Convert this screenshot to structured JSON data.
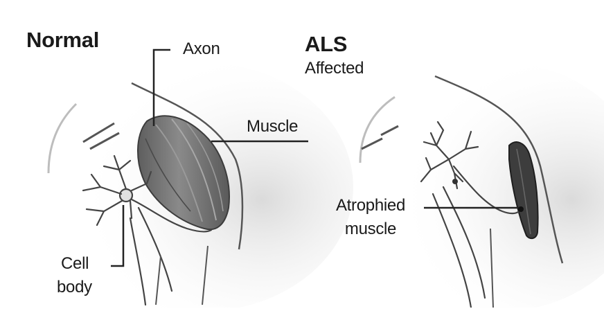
{
  "normal": {
    "heading": "Normal",
    "axon_label": "Axon",
    "muscle_label": "Muscle",
    "cell_body_label_line1": "Cell",
    "cell_body_label_line2": "body"
  },
  "als": {
    "heading": "ALS",
    "subheading": "Affected",
    "atrophied_label_line1": "Atrophied",
    "atrophied_label_line2": "muscle"
  },
  "colors": {
    "ink": "#1a1a1a",
    "outline": "#555555",
    "muscle_normal": "#6f6f6f",
    "muscle_atrophied": "#3a3a3a",
    "shadow": "#d6d6d6"
  }
}
